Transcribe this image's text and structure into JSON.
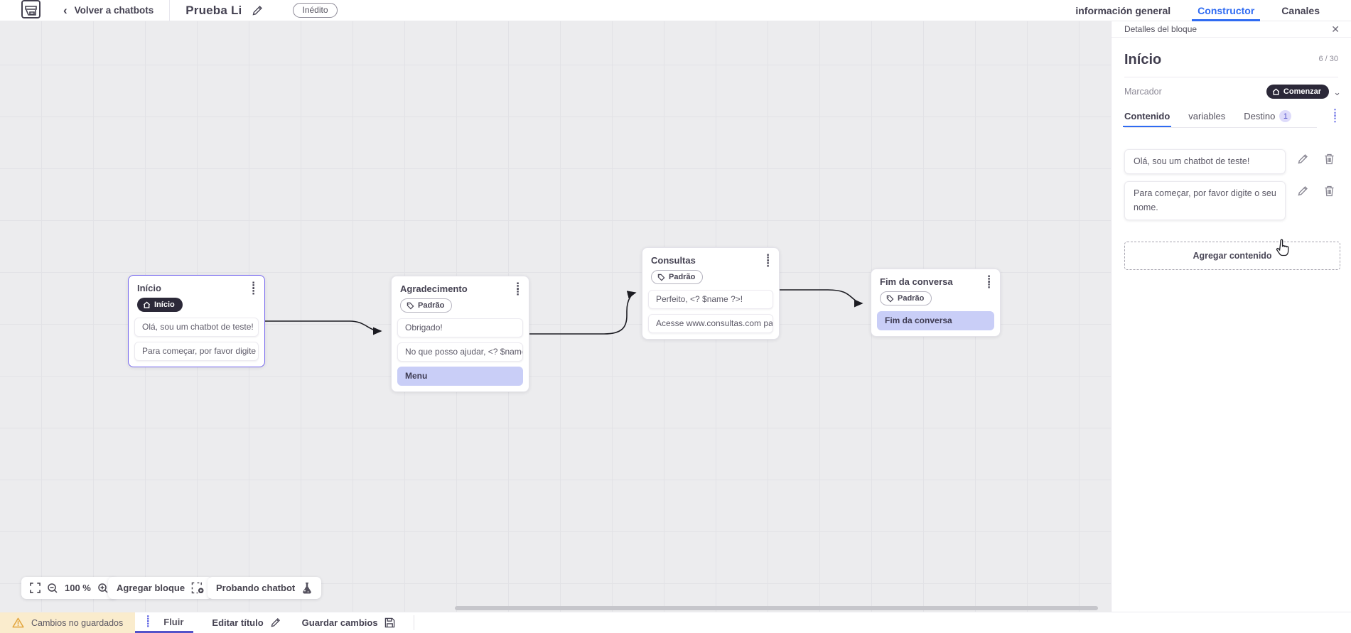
{
  "header": {
    "back_label": "Volver a chatbots",
    "title": "Prueba Li",
    "status_badge": "Inédito",
    "tabs": [
      {
        "label": "información general",
        "active": false
      },
      {
        "label": "Constructor",
        "active": true
      },
      {
        "label": "Canales",
        "active": false
      }
    ]
  },
  "canvas": {
    "toolbar": {
      "zoom_level": "100 %",
      "add_block_label": "Agregar bloque",
      "test_chatbot_label": "Probando chatbot"
    },
    "nodes": [
      {
        "title": "Início",
        "badge": "Início",
        "rows": [
          {
            "text": "Olá, sou um chatbot de teste!"
          },
          {
            "text": "Para começar, por favor digite o ..."
          }
        ]
      },
      {
        "title": "Agradecimento",
        "badge": "Padrão",
        "rows": [
          {
            "text": "Obrigado!"
          },
          {
            "text": "No que posso ajudar, <? $name ..."
          },
          {
            "text": "Menu"
          }
        ]
      },
      {
        "title": "Consultas",
        "badge": "Padrão",
        "rows": [
          {
            "text": "Perfeito, <? $name ?>!"
          },
          {
            "text": "Acesse www.consultas.com par..."
          }
        ]
      },
      {
        "title": "Fim da conversa",
        "badge": "Padrão",
        "rows": [
          {
            "text": "Fim da conversa"
          }
        ]
      }
    ]
  },
  "panel": {
    "header": "Detalles del bloque",
    "title": "Início",
    "title_count": "6 / 30",
    "marker_label": "Marcador",
    "marker_value": "Comenzar",
    "tabs": [
      {
        "label": "Contenido",
        "active": true
      },
      {
        "label": "variables",
        "active": false
      },
      {
        "label": "Destino",
        "active": false,
        "badge": "1"
      }
    ],
    "contents": [
      {
        "text": "Olá, sou um chatbot de teste!"
      },
      {
        "text": "Para começar, por favor digite o seu nome."
      }
    ],
    "add_content_label": "Agregar contenido"
  },
  "footer": {
    "unsaved_label": "Cambios no guardados",
    "flow_tab_label": "Fluir",
    "edit_title_label": "Editar título",
    "save_label": "Guardar cambios"
  },
  "icons": {
    "kebab": "⋮",
    "close": "✕",
    "back_chevron": "‹",
    "chevron_down": "⌄"
  },
  "colors": {
    "accent_blue": "#2f6bf2",
    "accent_purple": "#5352c9",
    "node_selected_border": "#7668ee",
    "dark_pill_bg": "#2b2838",
    "action_row_bg": "#c9cef7",
    "warning_bg": "#faeccd",
    "canvas_bg": "#ececee"
  }
}
